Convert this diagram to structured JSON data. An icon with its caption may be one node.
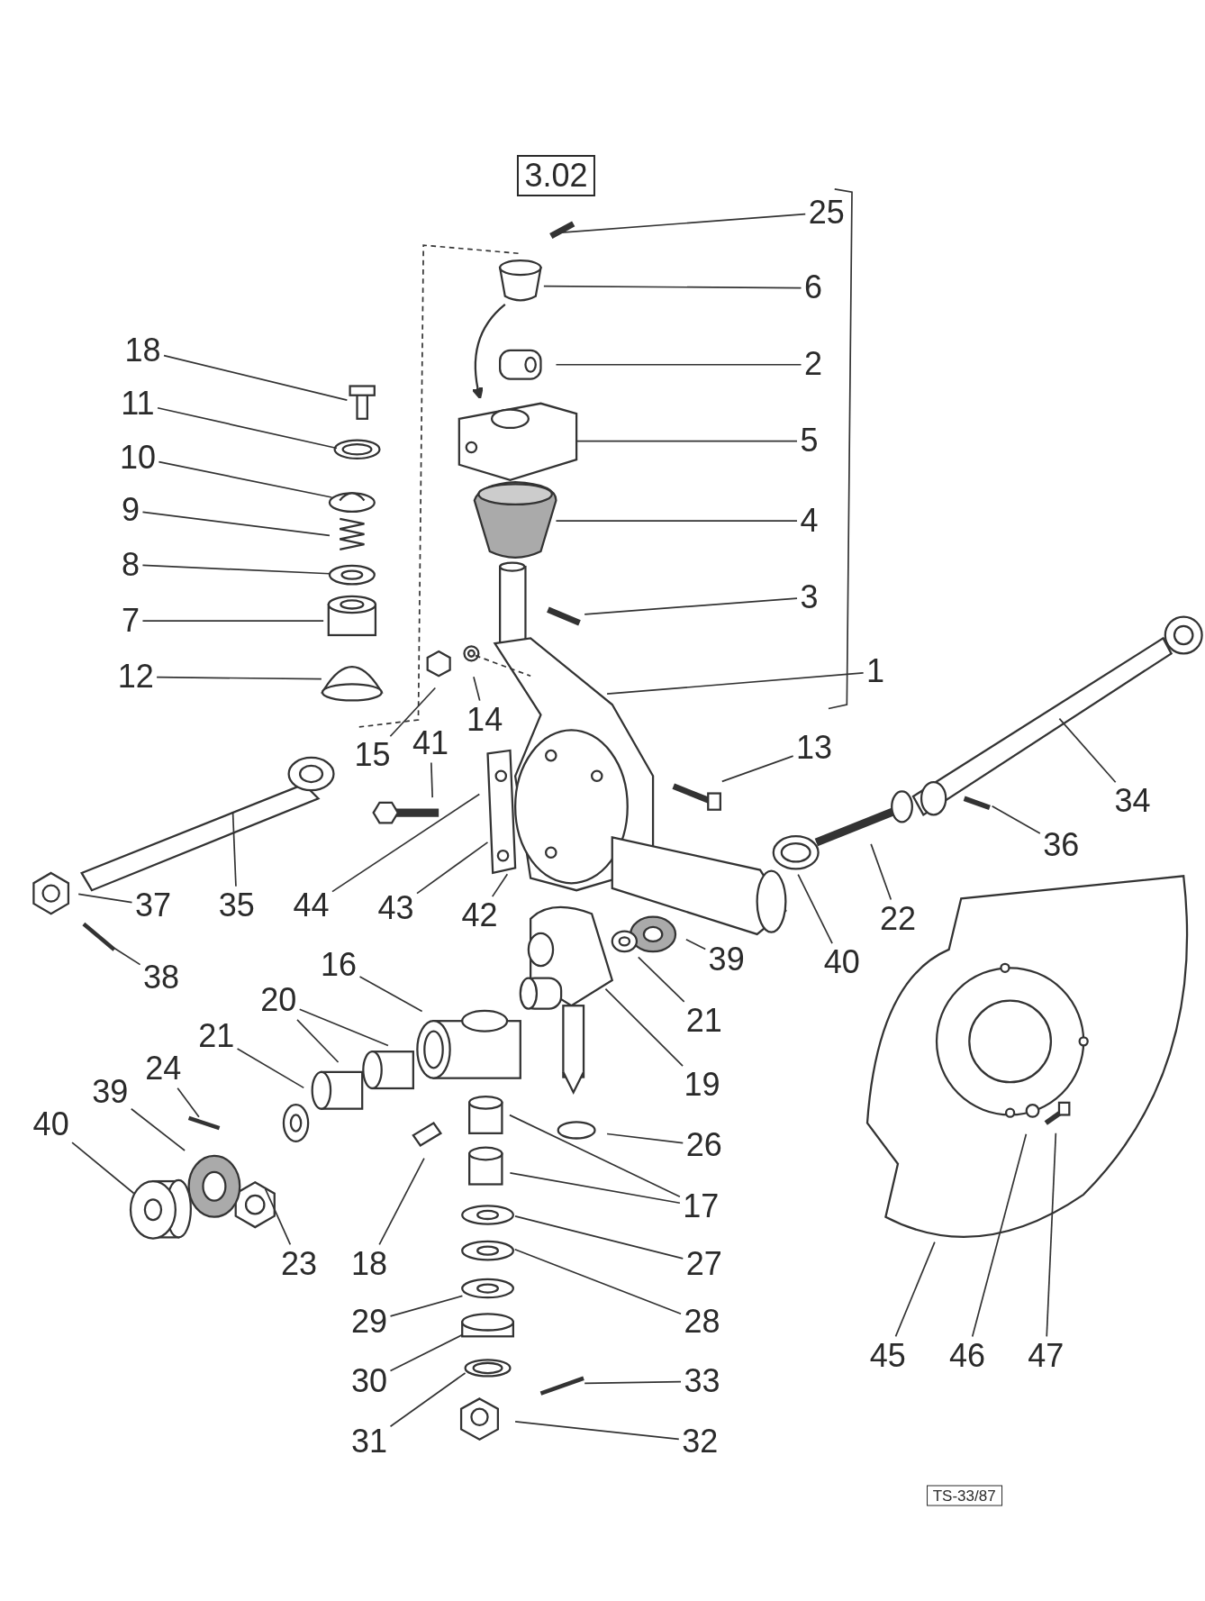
{
  "diagram": {
    "nodes": [
      {
        "text": [
          "3.02"
        ]
      },
      {
        "text": [
          "25"
        ]
      },
      {
        "text": [
          "6"
        ]
      },
      {
        "text": [
          "18"
        ]
      },
      {
        "text": [
          "2"
        ]
      },
      {
        "text": [
          "11"
        ]
      },
      {
        "text": [
          "5"
        ]
      },
      {
        "text": [
          "10"
        ]
      },
      {
        "text": [
          "9"
        ]
      },
      {
        "text": [
          "4"
        ]
      },
      {
        "text": [
          "8"
        ]
      },
      {
        "text": [
          "3"
        ]
      },
      {
        "text": [
          "7"
        ]
      },
      {
        "text": [
          "1"
        ]
      },
      {
        "text": [
          "12"
        ]
      },
      {
        "text": [
          "14"
        ]
      },
      {
        "text": [
          "15"
        ]
      },
      {
        "text": [
          "41"
        ]
      },
      {
        "text": [
          "13"
        ]
      },
      {
        "text": [
          "34"
        ]
      },
      {
        "text": [
          "36"
        ]
      },
      {
        "text": [
          "37"
        ]
      },
      {
        "text": [
          "35"
        ]
      },
      {
        "text": [
          "44"
        ]
      },
      {
        "text": [
          "43"
        ]
      },
      {
        "text": [
          "42"
        ]
      },
      {
        "text": [
          "22"
        ]
      },
      {
        "text": [
          "39"
        ]
      },
      {
        "text": [
          "40"
        ]
      },
      {
        "text": [
          "16"
        ]
      },
      {
        "text": [
          "38"
        ]
      },
      {
        "text": [
          "20"
        ]
      },
      {
        "text": [
          "21"
        ]
      },
      {
        "text": [
          "21"
        ]
      },
      {
        "text": [
          "24"
        ]
      },
      {
        "text": [
          "19"
        ]
      },
      {
        "text": [
          "39"
        ]
      },
      {
        "text": [
          "40"
        ]
      },
      {
        "text": [
          "26"
        ]
      },
      {
        "text": [
          "17"
        ]
      },
      {
        "text": [
          "23"
        ]
      },
      {
        "text": [
          "18"
        ]
      },
      {
        "text": [
          "27"
        ]
      },
      {
        "text": [
          "29"
        ]
      },
      {
        "text": [
          "28"
        ]
      },
      {
        "text": [
          "45"
        ]
      },
      {
        "text": [
          "46"
        ]
      },
      {
        "text": [
          "47"
        ]
      },
      {
        "text": [
          "30"
        ]
      },
      {
        "text": [
          "33"
        ]
      },
      {
        "text": [
          "31"
        ]
      },
      {
        "text": [
          "32"
        ]
      },
      {
        "text": [
          "TS-33/87"
        ]
      }
    ],
    "edges": [
      {
        "from": 1,
        "to": null,
        "arrow": "none"
      },
      {
        "from": 2,
        "to": null,
        "arrow": "none"
      },
      {
        "from": 3,
        "to": null,
        "arrow": "none"
      },
      {
        "from": 4,
        "to": null,
        "arrow": "none"
      },
      {
        "from": 5,
        "to": null,
        "arrow": "none"
      },
      {
        "from": 6,
        "to": null,
        "arrow": "none"
      },
      {
        "from": 7,
        "to": null,
        "arrow": "none"
      },
      {
        "from": 8,
        "to": null,
        "arrow": "none"
      },
      {
        "from": 9,
        "to": null,
        "arrow": "none"
      },
      {
        "from": 10,
        "to": null,
        "arrow": "none"
      },
      {
        "from": 11,
        "to": null,
        "arrow": "none"
      },
      {
        "from": 12,
        "to": null,
        "arrow": "none"
      },
      {
        "from": 13,
        "to": null,
        "arrow": "none"
      },
      {
        "from": 14,
        "to": null,
        "arrow": "none"
      },
      {
        "from": 15,
        "to": null,
        "arrow": "none"
      },
      {
        "from": 16,
        "to": null,
        "arrow": "none"
      },
      {
        "from": 17,
        "to": null,
        "arrow": "none"
      },
      {
        "from": 18,
        "to": null,
        "arrow": "none"
      },
      {
        "from": 19,
        "to": null,
        "arrow": "none"
      },
      {
        "from": 20,
        "to": null,
        "arrow": "none"
      },
      {
        "from": 21,
        "to": null,
        "arrow": "none"
      },
      {
        "from": 22,
        "to": null,
        "arrow": "none"
      },
      {
        "from": 23,
        "to": null,
        "arrow": "none"
      },
      {
        "from": 24,
        "to": null,
        "arrow": "none"
      },
      {
        "from": 25,
        "to": null,
        "arrow": "none"
      },
      {
        "from": 26,
        "to": null,
        "arrow": "none"
      },
      {
        "from": 27,
        "to": null,
        "arrow": "none"
      },
      {
        "from": 28,
        "to": null,
        "arrow": "none"
      },
      {
        "from": 29,
        "to": null,
        "arrow": "none"
      },
      {
        "from": 30,
        "to": null,
        "arrow": "none"
      },
      {
        "from": 31,
        "to": null,
        "arrow": "none"
      },
      {
        "from": 31,
        "to": null,
        "arrow": "none"
      },
      {
        "from": 32,
        "to": null,
        "arrow": "none"
      },
      {
        "from": 33,
        "to": null,
        "arrow": "none"
      },
      {
        "from": 34,
        "to": null,
        "arrow": "none"
      },
      {
        "from": 35,
        "to": null,
        "arrow": "none"
      },
      {
        "from": 36,
        "to": null,
        "arrow": "none"
      },
      {
        "from": 37,
        "to": null,
        "arrow": "none"
      },
      {
        "from": 38,
        "to": null,
        "arrow": "none"
      },
      {
        "from": 39,
        "to": null,
        "arrow": "none"
      },
      {
        "from": 39,
        "to": null,
        "arrow": "none"
      },
      {
        "from": 40,
        "to": null,
        "arrow": "none"
      },
      {
        "from": 41,
        "to": null,
        "arrow": "none"
      },
      {
        "from": 42,
        "to": null,
        "arrow": "none"
      },
      {
        "from": 43,
        "to": null,
        "arrow": "none"
      },
      {
        "from": 44,
        "to": null,
        "arrow": "none"
      },
      {
        "from": 45,
        "to": null,
        "arrow": "none"
      },
      {
        "from": 46,
        "to": null,
        "arrow": "none"
      },
      {
        "from": 47,
        "to": null,
        "arrow": "none"
      },
      {
        "from": 48,
        "to": null,
        "arrow": "none"
      },
      {
        "from": 49,
        "to": null,
        "arrow": "none"
      },
      {
        "from": 50,
        "to": null,
        "arrow": "none"
      },
      {
        "from": 51,
        "to": null,
        "arrow": "none"
      }
    ]
  }
}
